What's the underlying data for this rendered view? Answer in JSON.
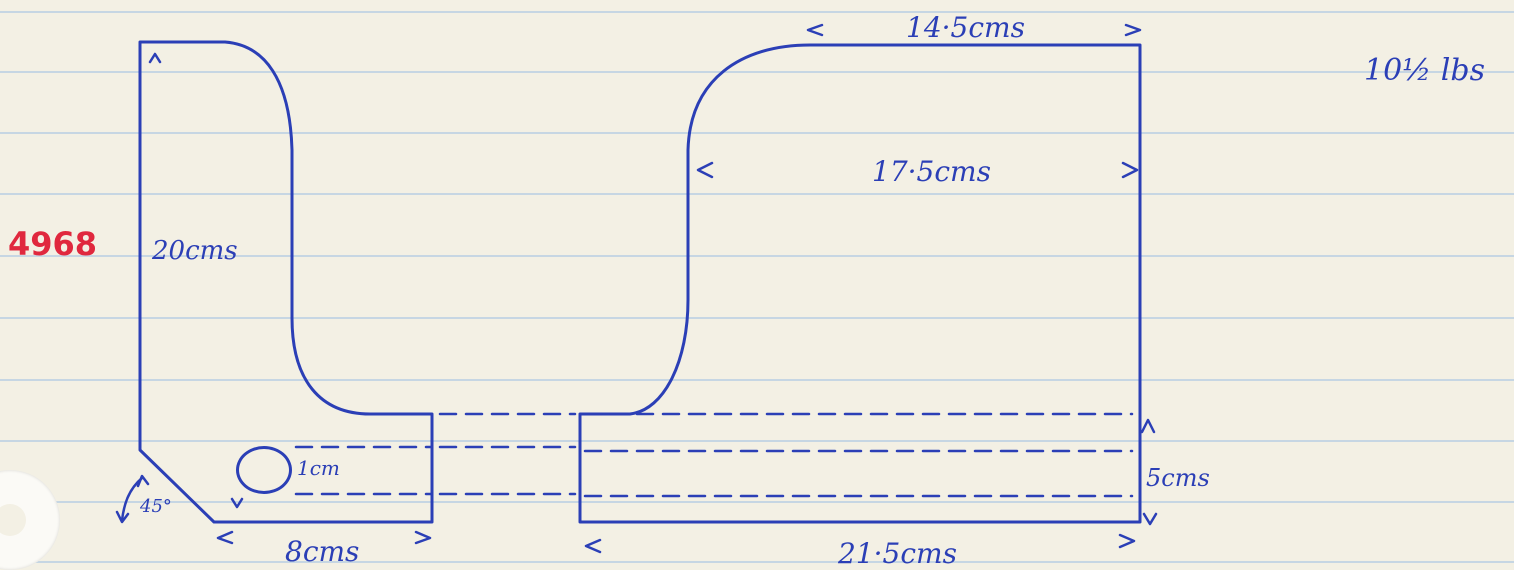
{
  "sheet": {
    "reference_number": "4968",
    "weight": "10½ lbs"
  },
  "left_piece": {
    "height": "20cms",
    "base_width": "8cms",
    "hole": "1cm",
    "chamfer_angle": "45°"
  },
  "right_piece": {
    "top_width": "14·5cms",
    "inner_width": "17·5cms",
    "bottom_width": "21·5cms",
    "base_thickness": "5cms"
  },
  "colors": {
    "ink_blue": "#2b3fb6",
    "ink_red": "#e0283e",
    "rule_lines": "#b8cfe0",
    "paper": "#f3f0e4"
  }
}
